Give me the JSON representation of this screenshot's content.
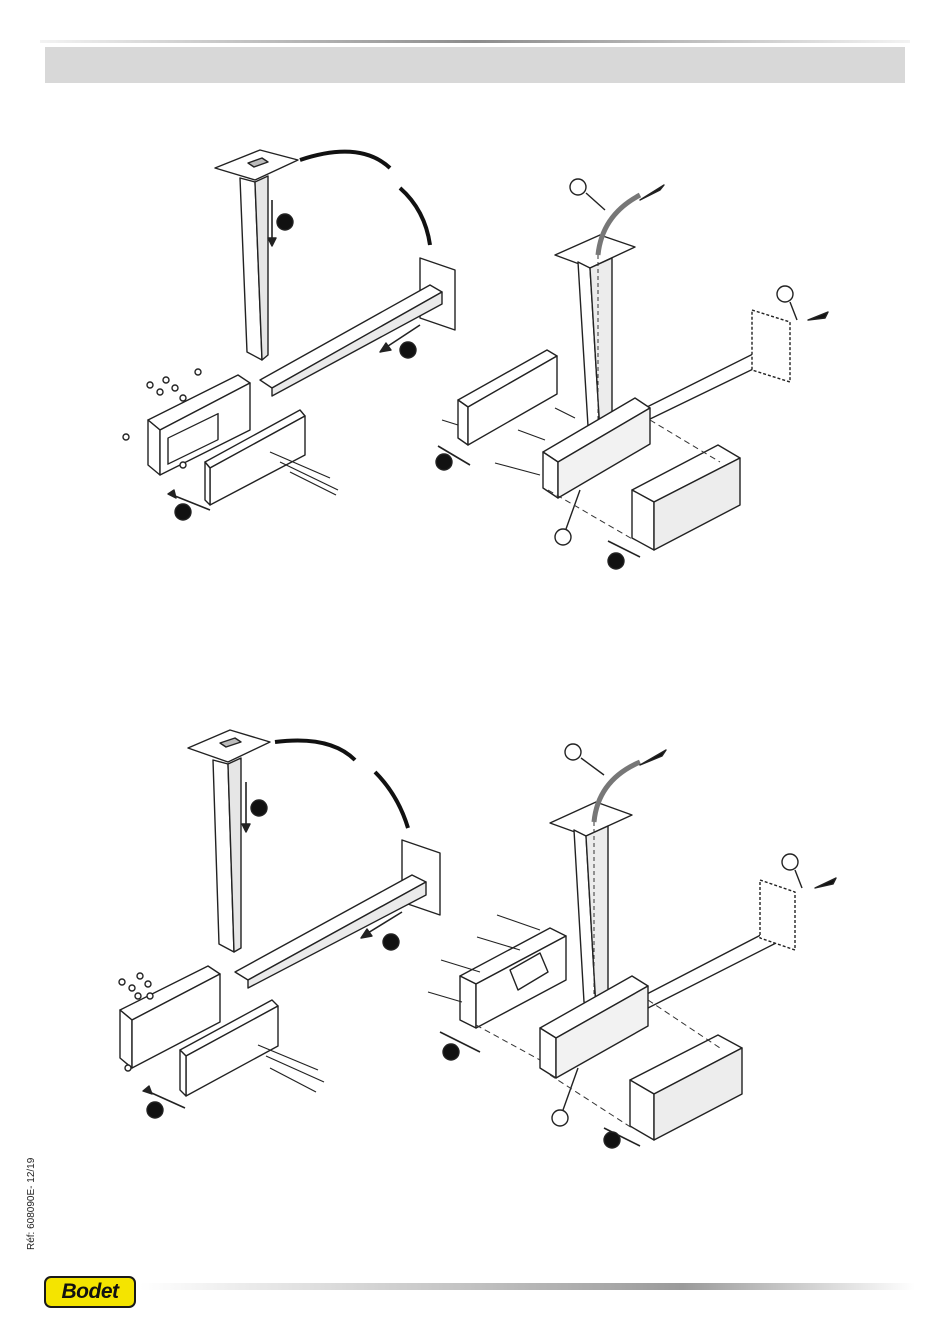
{
  "header": {
    "title": ""
  },
  "diagrams": [
    {
      "id": "assembly-1",
      "variant": "standard-mounting-plate"
    },
    {
      "id": "assembly-2",
      "variant": "screw-mounting-plate"
    }
  ],
  "footer": {
    "reference": "Réf: 608090E- 12/19",
    "logo_text": "Bodet",
    "logo_color": "#f4e400"
  }
}
